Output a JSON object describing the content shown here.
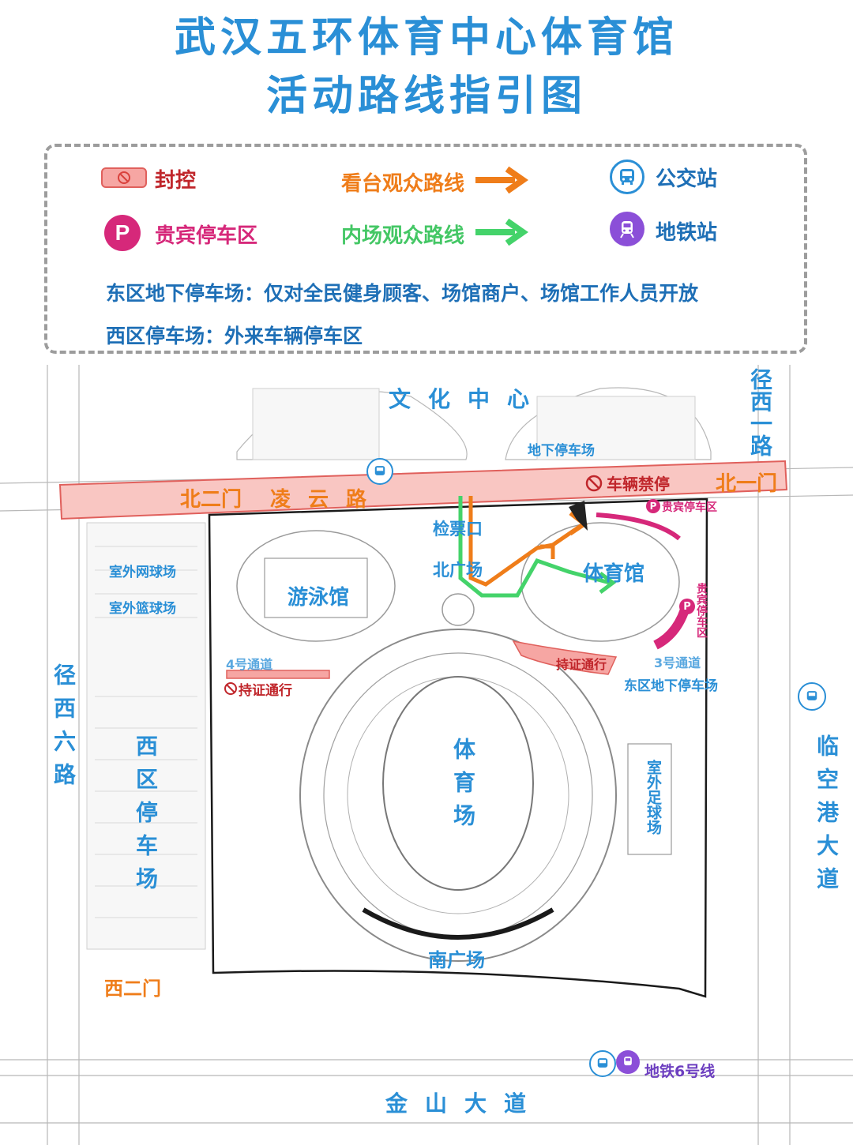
{
  "title": {
    "line1": "武汉五环体育中心体育馆",
    "line2": "活动路线指引图"
  },
  "legend": {
    "closed": "封控",
    "vip_parking": "贵宾停车区",
    "stand_route": "看台观众路线",
    "field_route": "内场观众路线",
    "bus_stop": "公交站",
    "metro_station": "地铁站",
    "note_east": "东区地下停车场：仅对全民健身顾客、场馆商户、场馆工作人员开放",
    "note_west": "西区停车场：外来车辆停车区",
    "colors": {
      "closed": "#f6a6a3",
      "vip": "#d6287a",
      "stand_route": "#ef7d1a",
      "field_route": "#44d36a",
      "bus": "#2a8fd6",
      "metro": "#8b4fd8"
    },
    "icons": {
      "closed": "no-entry-icon",
      "vip": "parking-p-icon",
      "stand": "orange-arrow-icon",
      "field": "green-arrow-icon",
      "bus": "bus-icon",
      "metro": "metro-icon"
    }
  },
  "map": {
    "culture_center": "文化中心",
    "underground_parking_north": "地下停车场",
    "road_jingxi_1": "径西一路",
    "road_lingyun": "凌云路",
    "gate_north2": "北二门",
    "gate_north1": "北一门",
    "no_parking": "车辆禁停",
    "ticket_check": "检票口",
    "north_plaza": "北广场",
    "gymnasium": "体育馆",
    "vip_area_top": "贵宾停车区",
    "vip_area_right": "贵宾停车区",
    "swimming_hall": "游泳馆",
    "tennis": "室外网球场",
    "basketball": "室外篮球场",
    "passage4": "4号通道",
    "passage3": "3号通道",
    "permit_left": "持证通行",
    "permit_right": "持证通行",
    "east_underground": "东区地下停车场",
    "road_jingxi_6": "径西六路",
    "west_parking": "西区停车场",
    "stadium": "体育场",
    "outdoor_football": "室外足球场",
    "road_linkonggang": "临空港大道",
    "south_plaza": "南广场",
    "gate_west2": "西二门",
    "metro_line6": "地铁6号线",
    "road_jinshan": "金山大道"
  }
}
